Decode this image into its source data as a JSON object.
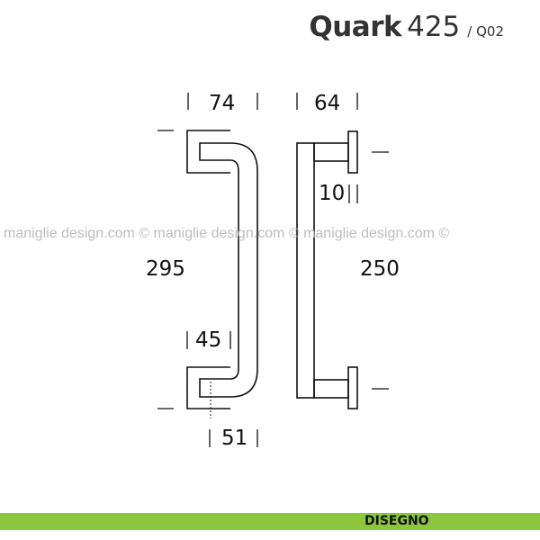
{
  "header": {
    "product_name": "Quark",
    "model_number": "425",
    "code": "/ Q02"
  },
  "watermark": "maniglie design.com © maniglie design.com © maniglie design.com ©",
  "dimensions": {
    "width": "74",
    "depth": "64",
    "height": "295",
    "center_distance": "250",
    "base_width": "45",
    "grip_offset": "51",
    "rosette_thickness": "10"
  },
  "footer": {
    "label": "DISEGNO",
    "color": "#8cc63f"
  }
}
